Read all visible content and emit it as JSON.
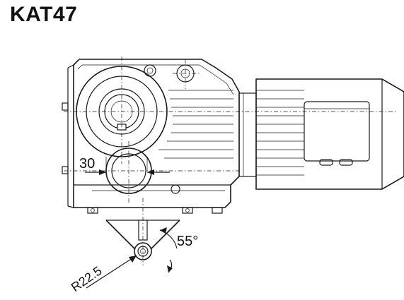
{
  "title": "KAT47",
  "dimensions": {
    "width_label": "30",
    "angle_label": "55°",
    "radius_label": "R22.5"
  }
}
